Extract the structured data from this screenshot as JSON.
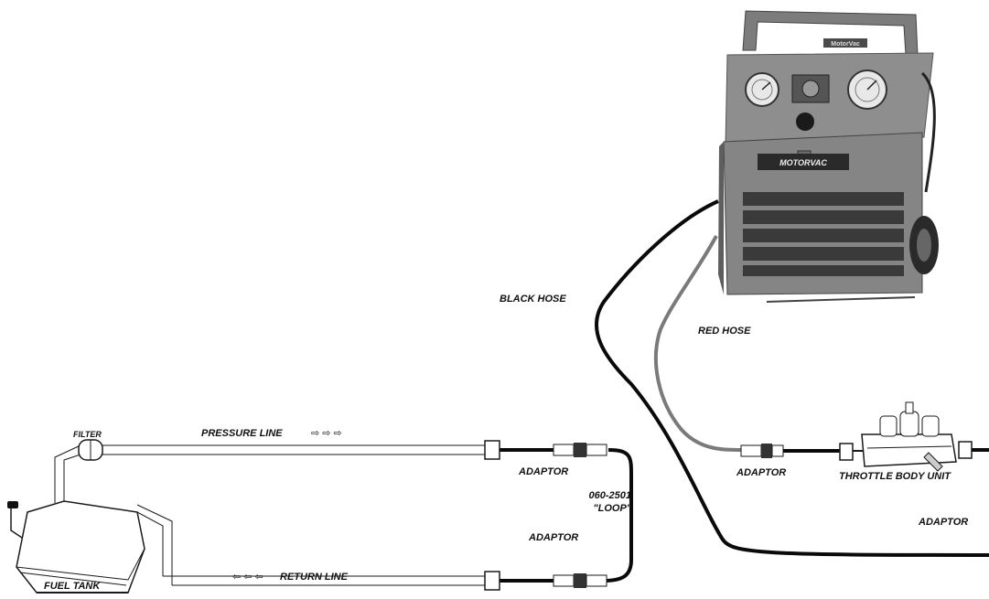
{
  "labels": {
    "black_hose": "BLACK HOSE",
    "red_hose": "RED HOSE",
    "filter": "FILTER",
    "pressure_line": "PRESSURE LINE",
    "pressure_arrows": "⇨ ⇨ ⇨",
    "return_line": "RETURN LINE",
    "return_arrows": "⇦ ⇦ ⇦",
    "adaptor_top": "ADAPTOR",
    "loop_part": "060-2501",
    "loop_name": "\"LOOP\"",
    "adaptor_bottom": "ADAPTOR",
    "adaptor_red": "ADAPTOR",
    "throttle_body": "THROTTLE BODY UNIT",
    "adaptor_right": "ADAPTOR",
    "fuel_tank": "FUEL TANK"
  },
  "machine": {
    "brand_top": "MotorVac",
    "brand_front": "MOTORVAC"
  },
  "colors": {
    "black_hose": "#0a0a0a",
    "red_hose": "#7a7a7a",
    "machine_body": "#8a8a8a",
    "line": "#1a1a1a"
  }
}
